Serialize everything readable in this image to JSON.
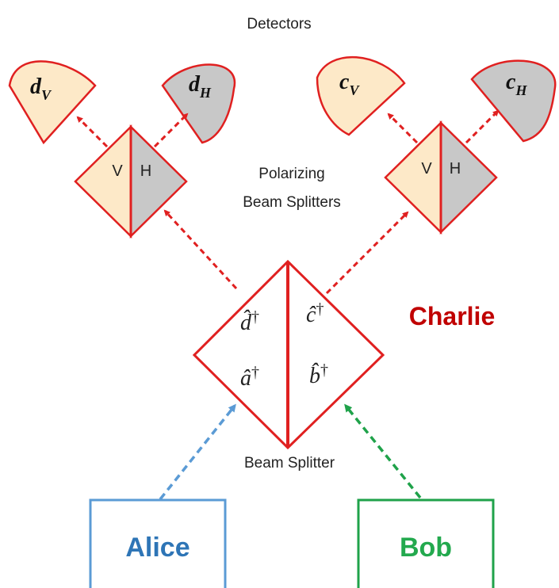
{
  "title": "Detectors",
  "pbs_label": [
    "Polarizing",
    "Beam Splitters"
  ],
  "bs_label": "Beam Splitter",
  "charlie_label": "Charlie",
  "alice_label": "Alice",
  "bob_label": "Bob",
  "detectors": {
    "d_v": {
      "base": "d",
      "sub": "V"
    },
    "d_h": {
      "base": "d",
      "sub": "H"
    },
    "c_v": {
      "base": "c",
      "sub": "V"
    },
    "c_h": {
      "base": "c",
      "sub": "H"
    }
  },
  "pbs_left": {
    "v": "V",
    "h": "H"
  },
  "pbs_right": {
    "v": "V",
    "h": "H"
  },
  "bs_ports": {
    "d": {
      "base": "d̂",
      "dag": "†"
    },
    "c": {
      "base": "ĉ",
      "dag": "†"
    },
    "a": {
      "base": "â",
      "dag": "†"
    },
    "b": {
      "base": "b̂",
      "dag": "†"
    }
  },
  "colors": {
    "red": "#e02020",
    "charlie": "#c00000",
    "alice": "#5b9bd5",
    "alice_text": "#2e75b6",
    "bob": "#1fa24a",
    "bob_text": "#23a94e",
    "v_fill": "#fde9c8",
    "h_fill": "#c8c8c8"
  }
}
